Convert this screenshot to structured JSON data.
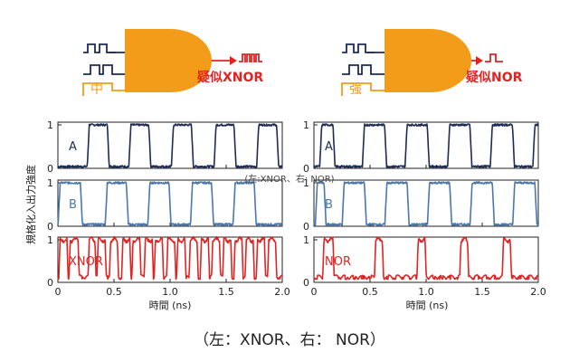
{
  "colors": {
    "gate": "#f39c1a",
    "navy": "#1d2b57",
    "blue": "#4a78ad",
    "red": "#e02424",
    "orange": "#f39c1a",
    "axis": "#222222"
  },
  "diagrams": [
    {
      "level_label": "中",
      "output_label": "疑似XNOR"
    },
    {
      "level_label": "強",
      "output_label": "疑似NOR"
    }
  ],
  "chart_data": {
    "type": "line",
    "ylabel": "規格化入出力強度",
    "xlabel": "時間 (ns)",
    "xlim": [
      0,
      2.0
    ],
    "ylim": [
      0,
      1
    ],
    "xticks": [
      "0",
      "0.5",
      "1.0",
      "1.5",
      "2.0"
    ],
    "yticks": [
      "0",
      "1"
    ],
    "panels": [
      {
        "column": "left",
        "rows": [
          {
            "name": "A",
            "color": "navy",
            "highs": [
              [
                0.28,
                0.44
              ],
              [
                0.65,
                0.81
              ],
              [
                1.03,
                1.19
              ],
              [
                1.41,
                1.57
              ],
              [
                1.79,
                1.95
              ]
            ]
          },
          {
            "name": "B",
            "color": "blue",
            "highs": [
              [
                0.02,
                0.2
              ],
              [
                0.44,
                0.61
              ],
              [
                0.82,
                0.99
              ],
              [
                1.2,
                1.37
              ],
              [
                1.58,
                1.75
              ]
            ]
          },
          {
            "name": "XNOR",
            "color": "red",
            "highs": [
              [
                0.02,
                0.08
              ],
              [
                0.11,
                0.18
              ],
              [
                0.28,
                0.33
              ],
              [
                0.36,
                0.42
              ],
              [
                0.47,
                0.53
              ],
              [
                0.58,
                0.64
              ],
              [
                0.67,
                0.73
              ],
              [
                0.78,
                0.84
              ],
              [
                0.87,
                0.93
              ],
              [
                0.98,
                1.04
              ],
              [
                1.07,
                1.13
              ],
              [
                1.18,
                1.24
              ],
              [
                1.28,
                1.34
              ],
              [
                1.38,
                1.44
              ],
              [
                1.48,
                1.54
              ],
              [
                1.58,
                1.64
              ],
              [
                1.68,
                1.74
              ],
              [
                1.78,
                1.84
              ],
              [
                1.88,
                1.94
              ]
            ]
          }
        ]
      },
      {
        "column": "right",
        "rows": [
          {
            "name": "A",
            "color": "navy",
            "highs": [
              [
                0.07,
                0.17
              ],
              [
                0.45,
                0.63
              ],
              [
                0.83,
                1.01
              ],
              [
                1.21,
                1.39
              ],
              [
                1.59,
                1.77
              ],
              [
                1.97,
                2.0
              ]
            ]
          },
          {
            "name": "B",
            "color": "blue",
            "highs": [
              [
                0.03,
                0.09
              ],
              [
                0.27,
                0.45
              ],
              [
                0.65,
                0.83
              ],
              [
                1.03,
                1.21
              ],
              [
                1.41,
                1.59
              ],
              [
                1.79,
                1.97
              ]
            ]
          },
          {
            "name": "NOR",
            "color": "red",
            "highs": [
              [
                0.09,
                0.17
              ],
              [
                0.55,
                0.61
              ],
              [
                0.93,
                0.99
              ],
              [
                1.31,
                1.37
              ],
              [
                1.69,
                1.75
              ]
            ]
          }
        ]
      }
    ]
  },
  "overlay_text": "(左:XNOR、右: NOR)",
  "caption": "（左：XNOR、右： NOR）"
}
